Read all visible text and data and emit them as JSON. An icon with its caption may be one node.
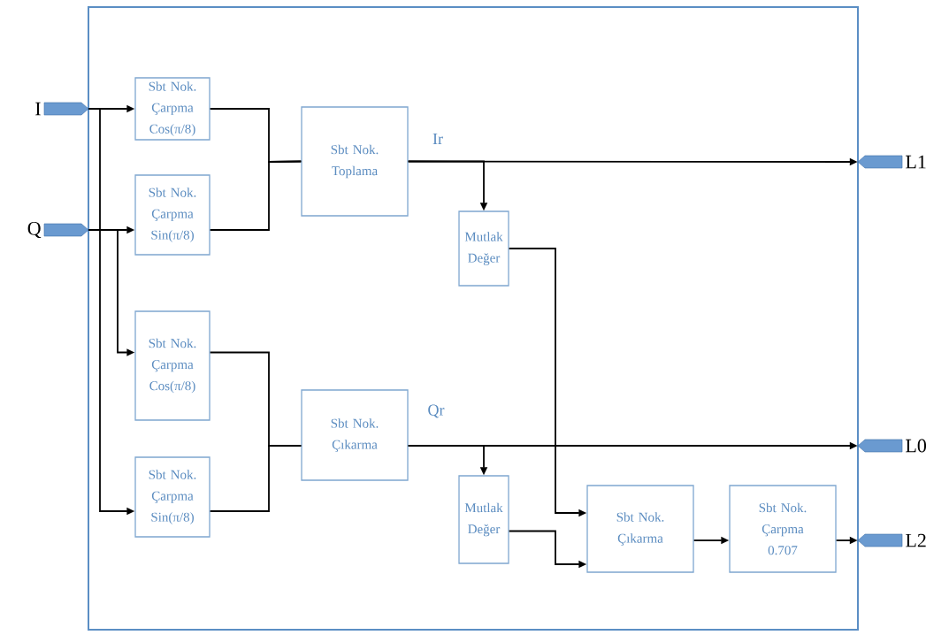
{
  "diagram": {
    "nodes": [
      {
        "text": [],
        "shape": "box"
      },
      {
        "text": [
          "I"
        ]
      },
      {
        "text": [
          "Q"
        ]
      },
      {
        "text": [
          "Sbt Nok. Çarpma Cos(π/8)"
        ],
        "in": 0
      },
      {
        "text": [
          "Sbt Nok. Çarpma Sin(π/8)"
        ],
        "in": 0
      },
      {
        "text": [
          "Sbt Nok. Toplama"
        ],
        "in": 0
      },
      {
        "text": [
          "Mutlak Değer"
        ],
        "in": 0
      },
      {
        "text": [
          "Sbt Nok. Çarpma Cos(π/8)"
        ],
        "in": 0
      },
      {
        "text": [
          "Sbt Nok. Çarpma Sin(π/8)"
        ],
        "in": 0
      },
      {
        "text": [
          "Sbt Nok. Çıkarma"
        ],
        "in": 0
      },
      {
        "text": [
          "Mutlak Değer"
        ],
        "in": 0
      },
      {
        "text": [
          "Sbt Nok. Çıkarma"
        ],
        "in": 0
      },
      {
        "text": [
          "Sbt Nok. Çarpma 0.707"
        ],
        "in": 0
      },
      {
        "text": [
          "L1"
        ]
      },
      {
        "text": [
          "L0"
        ]
      },
      {
        "text": [
          "L2"
        ]
      }
    ],
    "edges": [
      {
        "from": 1,
        "to": 3,
        "arrow": "to"
      },
      {
        "from": 1,
        "to": 8,
        "arrow": "to"
      },
      {
        "from": 2,
        "to": 4,
        "arrow": "to"
      },
      {
        "from": 2,
        "to": 7,
        "arrow": "to"
      },
      {
        "from": 3,
        "to": 5,
        "arrow": "none"
      },
      {
        "from": 4,
        "to": 5,
        "arrow": "none"
      },
      {
        "from": 7,
        "to": 9,
        "arrow": "none"
      },
      {
        "from": 8,
        "to": 9,
        "arrow": "none"
      },
      {
        "from": 5,
        "to": 13,
        "arrow": "to",
        "label": "Ir"
      },
      {
        "from": 5,
        "to": 6,
        "arrow": "to"
      },
      {
        "from": 9,
        "to": 14,
        "arrow": "to",
        "label": "Qr"
      },
      {
        "from": 9,
        "to": 10,
        "arrow": "to"
      },
      {
        "from": 6,
        "to": 11,
        "arrow": "to"
      },
      {
        "from": 10,
        "to": 11,
        "arrow": "to"
      },
      {
        "from": 11,
        "to": 12,
        "arrow": "to"
      },
      {
        "from": 12,
        "to": 15,
        "arrow": "to"
      }
    ]
  }
}
